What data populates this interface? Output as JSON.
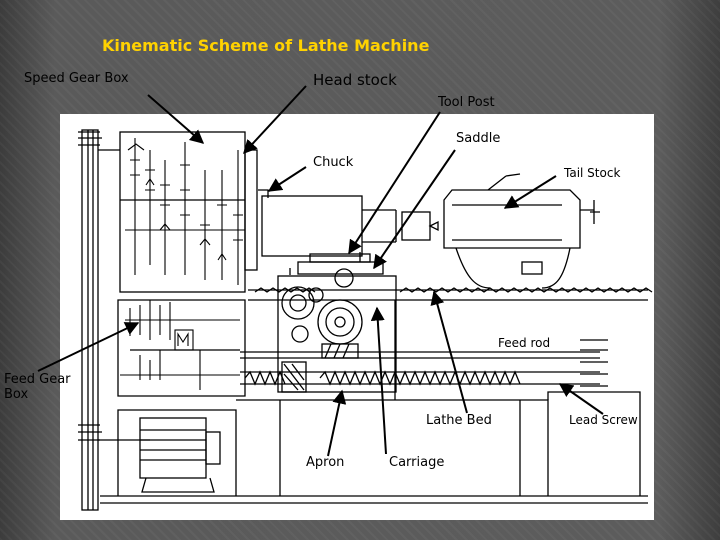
{
  "slide": {
    "title": "Kinematic Scheme of Lathe Machine"
  },
  "labels": {
    "speed_gear_box": "Speed Gear Box",
    "head_stock": "Head stock",
    "tool_post": "Tool Post",
    "saddle": "Saddle",
    "chuck": "Chuck",
    "tail_stock": "Tail Stock",
    "feed_rod": "Feed rod",
    "feed_gear_box_line1": "Feed Gear",
    "feed_gear_box_line2": "Box",
    "lathe_bed": "Lathe Bed",
    "lead_screw": "Lead Screw",
    "apron": "Apron",
    "carriage": "Carriage"
  },
  "colors": {
    "title": "#ffd200",
    "background": "#585858",
    "drawing_panel": "#ffffff",
    "ink": "#000000"
  },
  "icons": {
    "drawing": "lathe-machine-sketch",
    "pointers": "arrow-pointer"
  }
}
